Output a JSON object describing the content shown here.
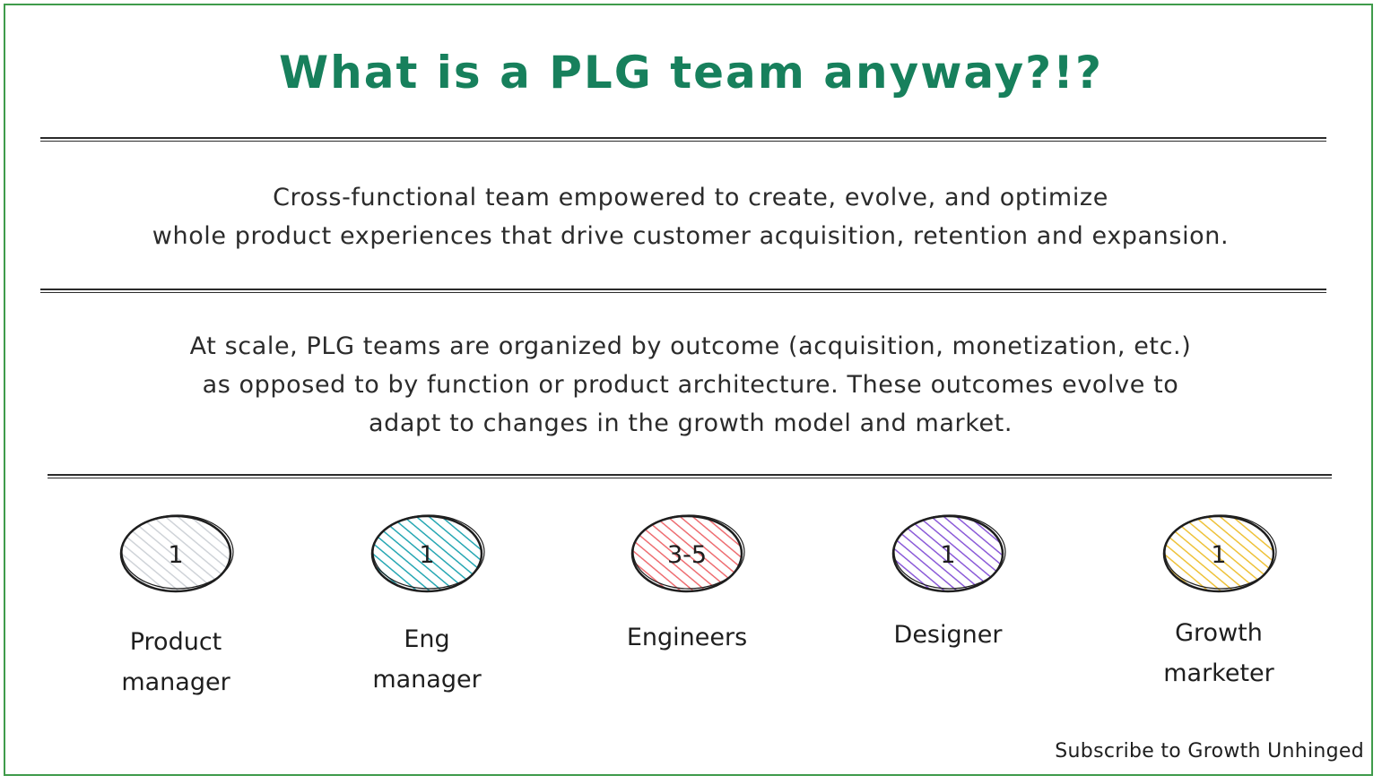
{
  "title": "What is a PLG team anyway?!?",
  "definition": {
    "lines": [
      "Cross-functional team empowered to create, evolve, and optimize",
      "whole product experiences that drive customer acquisition, retention and expansion."
    ]
  },
  "scale_note": {
    "lines": [
      "At scale, PLG teams are organized by outcome (acquisition, monetization, etc.)",
      "as opposed to by function or product architecture. These outcomes evolve to",
      "adapt to changes in the growth model and market."
    ]
  },
  "roles": [
    {
      "count": "1",
      "label_lines": [
        "Product",
        "manager"
      ],
      "color": "#cfd3d8"
    },
    {
      "count": "1",
      "label_lines": [
        "Eng",
        "manager"
      ],
      "color": "#27a7b3"
    },
    {
      "count": "3-5",
      "label_lines": [
        "Engineers"
      ],
      "color": "#ee6e72"
    },
    {
      "count": "1",
      "label_lines": [
        "Designer"
      ],
      "color": "#8b5bd8"
    },
    {
      "count": "1",
      "label_lines": [
        "Growth",
        "marketer"
      ],
      "color": "#eec23a"
    }
  ],
  "footer": "Subscribe to Growth Unhinged",
  "colors": {
    "title": "#17805c",
    "frame": "#3f9b4b",
    "text": "#1e1e1e"
  }
}
